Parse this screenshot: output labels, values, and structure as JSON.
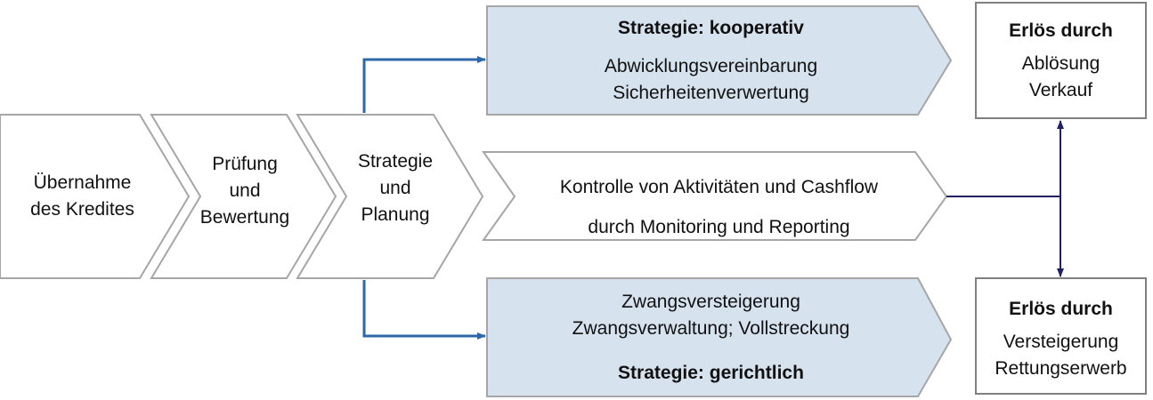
{
  "steps": [
    {
      "lines": [
        "Übernahme",
        "des Kredites"
      ]
    },
    {
      "lines": [
        "Prüfung",
        "und",
        "Bewertung"
      ]
    },
    {
      "lines": [
        "Strategie",
        "und",
        "Planung"
      ]
    }
  ],
  "kooperativ": {
    "title": "Strategie:  kooperativ",
    "lines": [
      "Abwicklungsvereinbarung",
      "Sicherheitenverwertung"
    ]
  },
  "kontrolle": {
    "lines": [
      "Kontrolle von Aktivitäten und Cashflow",
      "durch Monitoring und Reporting"
    ]
  },
  "gerichtlich": {
    "lines": [
      "Zwangsversteigerung",
      "Zwangsverwaltung; Vollstreckung"
    ],
    "title": "Strategie:  gerichtlich"
  },
  "erloes_top": {
    "title": "Erlös durch",
    "lines": [
      "Ablösung",
      "Verkauf"
    ]
  },
  "erloes_bottom": {
    "title": "Erlös durch",
    "lines": [
      "Versteigerung",
      "Rettungserwerb"
    ]
  },
  "colors": {
    "shape_stroke": "#a6a6a6",
    "shape_fill": "#ffffff",
    "strategy_fill": "#d6e2ee",
    "blue_connector": "#2e67a8",
    "navy_connector": "#1f2160",
    "result_stroke": "#808080"
  }
}
